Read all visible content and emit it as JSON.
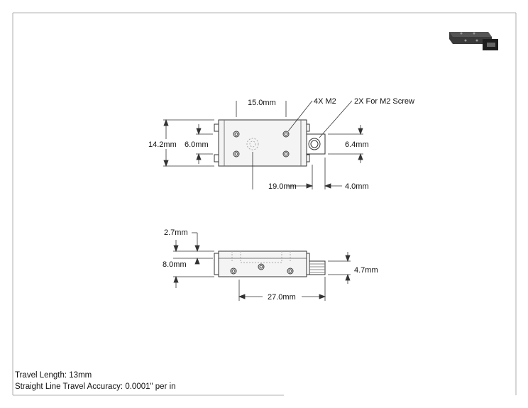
{
  "top_view": {
    "dim_width_top": "15.0mm",
    "label_holes": "4X M2",
    "label_screw": "2X For M2 Screw",
    "dim_height_total": "14.2mm",
    "dim_height_holes": "6.0mm",
    "dim_height_knob": "6.4mm",
    "dim_width_body": "19.0mm",
    "dim_width_knob": "4.0mm"
  },
  "side_view": {
    "dim_top_offset": "2.7mm",
    "dim_height_total": "8.0mm",
    "dim_height_knob": "4.7mm",
    "dim_length": "27.0mm"
  },
  "notes": {
    "travel_length": "Travel Length: 13mm",
    "accuracy": "Straight Line Travel Accuracy: 0.0001\" per in"
  },
  "colors": {
    "line": "#333333",
    "part_fill": "#f2f2f2",
    "thumb_body": "#3a3a3a",
    "thumb_knob": "#1e1e1e"
  }
}
